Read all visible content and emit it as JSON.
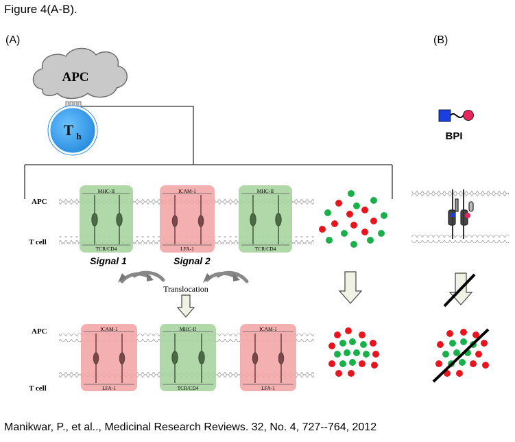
{
  "figure_title": "Figure 4(A-B).",
  "panel_a_label": "(A)",
  "panel_b_label": "(B)",
  "apc_cell_label": "APC",
  "th_cell_label": "T",
  "th_cell_subscript": "h",
  "bpi_label": "BPI",
  "membrane_top_label": "APC",
  "membrane_bottom_label": "T cell",
  "row1": {
    "boxes": [
      {
        "top": "MHC-II",
        "bottom": "TCR/CD4",
        "color": "green"
      },
      {
        "top": "ICAM-1",
        "bottom": "LFA-1",
        "color": "red"
      },
      {
        "top": "MHC-II",
        "bottom": "TCR/CD4",
        "color": "green"
      }
    ],
    "signal1": "Signal 1",
    "signal2": "Signal 2"
  },
  "translocation_label": "Translocation",
  "row2": {
    "boxes": [
      {
        "top": "ICAM-1",
        "bottom": "LFA-1",
        "color": "red"
      },
      {
        "top": "MHC-II",
        "bottom": "TCR/CD4",
        "color": "green"
      },
      {
        "top": "ICAM-1",
        "bottom": "LFA-1",
        "color": "red"
      }
    ]
  },
  "colors": {
    "green_box": "#a9d4a0",
    "red_box": "#f3a7a7",
    "dot_red": "#e8141e",
    "dot_green": "#19b04a",
    "th_blue": "#3ba0ea",
    "apc_gray": "#c9c9c9",
    "bpi_square": "#1a3fe0",
    "bpi_circle": "#e8245c"
  },
  "citation": "Manikwar, P., et al.., Medicinal Research Reviews. 32, No. 4, 727--764, 2012"
}
